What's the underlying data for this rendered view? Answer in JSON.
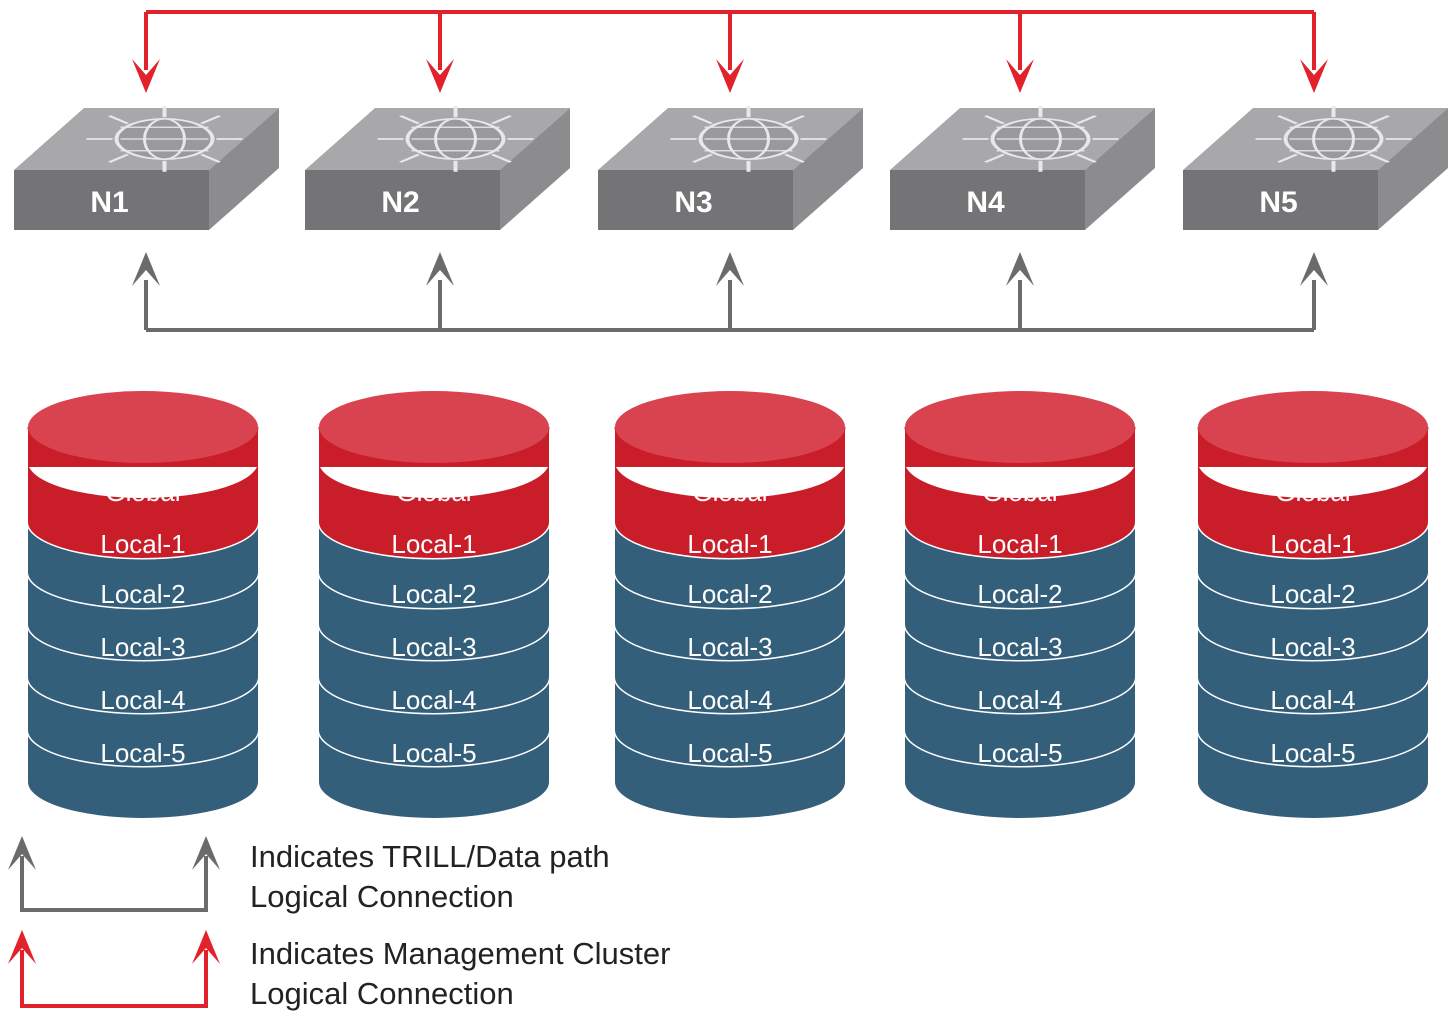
{
  "colors": {
    "management": "#e2222b",
    "data_path": "#6b6b6e",
    "switch_front": "#747477",
    "switch_top": "#a8a8ab",
    "switch_side": "#8c8c8f",
    "global_layer": "#c91e2a",
    "global_top": "#d9434f",
    "local_layer": "#335f7a",
    "disk_edge": "#ffffff"
  },
  "switches": [
    {
      "label": "N1",
      "icon": "globe-icon"
    },
    {
      "label": "N2",
      "icon": "globe-icon"
    },
    {
      "label": "N3",
      "icon": "globe-icon"
    },
    {
      "label": "N4",
      "icon": "globe-icon"
    },
    {
      "label": "N5",
      "icon": "globe-icon"
    }
  ],
  "databases": [
    {
      "layers": [
        "Global",
        "Local-1",
        "Local-2",
        "Local-3",
        "Local-4",
        "Local-5"
      ]
    },
    {
      "layers": [
        "Global",
        "Local-1",
        "Local-2",
        "Local-3",
        "Local-4",
        "Local-5"
      ]
    },
    {
      "layers": [
        "Global",
        "Local-1",
        "Local-2",
        "Local-3",
        "Local-4",
        "Local-5"
      ]
    },
    {
      "layers": [
        "Global",
        "Local-1",
        "Local-2",
        "Local-3",
        "Local-4",
        "Local-5"
      ]
    },
    {
      "layers": [
        "Global",
        "Local-1",
        "Local-2",
        "Local-3",
        "Local-4",
        "Local-5"
      ]
    }
  ],
  "legend": {
    "data_path": {
      "line1": "Indicates TRILL/Data path",
      "line2": "Logical Connection"
    },
    "management": {
      "line1": "Indicates Management Cluster",
      "line2": "Logical Connection"
    }
  }
}
